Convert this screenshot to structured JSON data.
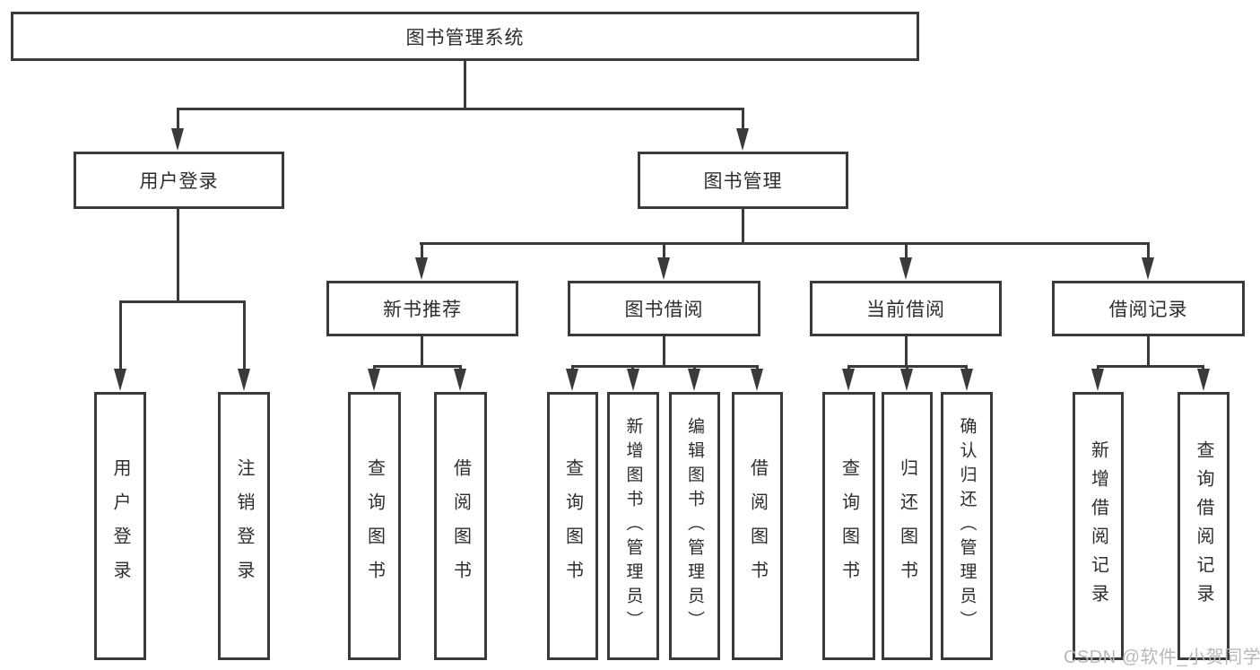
{
  "diagram": {
    "type": "hierarchy-diagram",
    "tree": {
      "label": "图书管理系统",
      "children": [
        {
          "label": "用户登录",
          "children": [
            {
              "label": "用户登录"
            },
            {
              "label": "注销登录"
            }
          ]
        },
        {
          "label": "图书管理",
          "children": [
            {
              "label": "新书推荐",
              "children": [
                {
                  "label": "查询图书"
                },
                {
                  "label": "借阅图书"
                }
              ]
            },
            {
              "label": "图书借阅",
              "children": [
                {
                  "label": "查询图书"
                },
                {
                  "label": "新增图书（管理员）"
                },
                {
                  "label": "编辑图书（管理员）"
                },
                {
                  "label": "借阅图书"
                }
              ]
            },
            {
              "label": "当前借阅",
              "children": [
                {
                  "label": "查询图书"
                },
                {
                  "label": "归还图书"
                },
                {
                  "label": "确认归还（管理员）"
                }
              ]
            },
            {
              "label": "借阅记录",
              "children": [
                {
                  "label": "新增借阅记录"
                },
                {
                  "label": "查询借阅记录"
                }
              ]
            }
          ]
        }
      ]
    },
    "colors": {
      "line": "#3a3a3c",
      "text": "#2d2d30",
      "background": "#ffffff",
      "watermark": "#b9b7bd"
    }
  },
  "watermark": "CSDN @软件_小贺同学"
}
